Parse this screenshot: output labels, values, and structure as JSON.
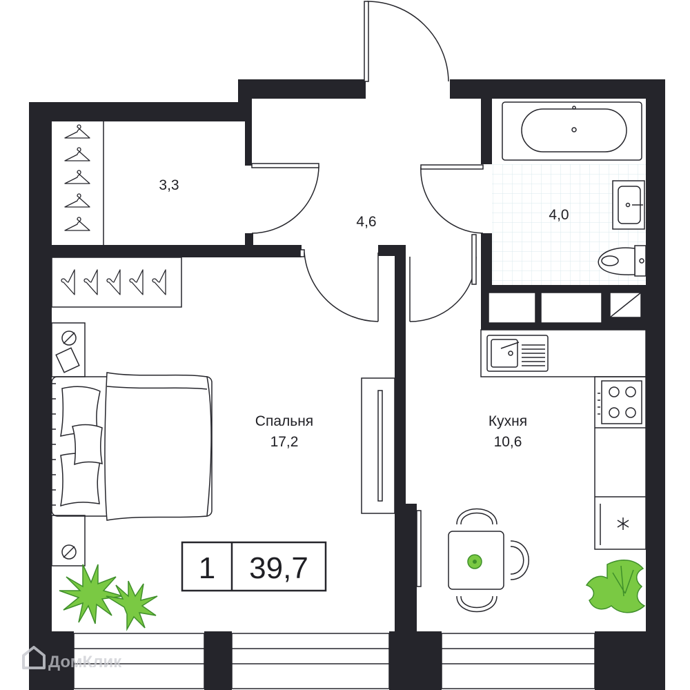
{
  "rooms": {
    "storage": {
      "area": "3,3"
    },
    "hall": {
      "area": "4,6"
    },
    "bathroom": {
      "area": "4,0"
    },
    "bedroom": {
      "name": "Спальня",
      "area": "17,2"
    },
    "kitchen": {
      "name": "Кухня",
      "area": "10,6"
    }
  },
  "badge": {
    "rooms_count": "1",
    "total_area": "39,7"
  },
  "watermark": {
    "text": "ДомКлик",
    "icon": "house-logo-icon"
  },
  "colors": {
    "wall": "#25252b",
    "line": "#25252b",
    "plant": "#7ac943",
    "plant_dark": "#3f8f2a",
    "tile": "#d8e8ee",
    "background": "#ffffff"
  }
}
